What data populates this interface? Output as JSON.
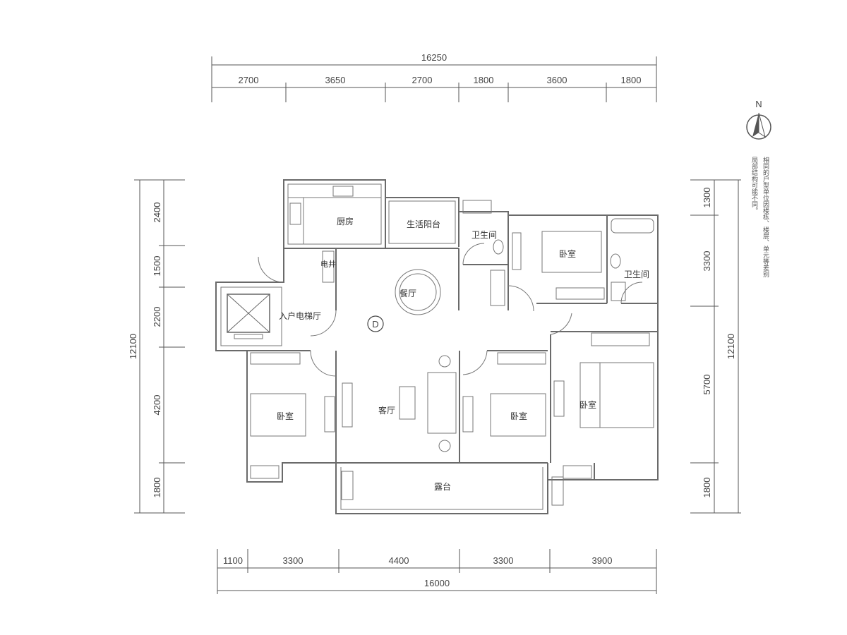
{
  "dimensions": {
    "top_total": "16250",
    "top_segments": [
      "2700",
      "3650",
      "2700",
      "1800",
      "3600",
      "1800"
    ],
    "bottom_total": "16000",
    "bottom_segments": [
      "1100",
      "3300",
      "4400",
      "3300",
      "3900"
    ],
    "left_total": "12100",
    "left_segments": [
      "2400",
      "1500",
      "2200",
      "4200",
      "1800"
    ],
    "right_total": "12100",
    "right_segments": [
      "1300",
      "3300",
      "5700",
      "1800"
    ]
  },
  "rooms": {
    "kitchen": "厨房",
    "service_balcony": "生活阳台",
    "bath_1": "卫生间",
    "bath_2": "卫生间",
    "bedroom_ne": "卧室",
    "dining": "餐厅",
    "elevator_lobby": "入户电梯厅",
    "shaft": "电井",
    "living": "客厅",
    "bedroom_w": "卧室",
    "bedroom_mid": "卧室",
    "bedroom_master": "卧室",
    "terrace": "露台"
  },
  "unit_tag": "D",
  "compass": {
    "label": "N"
  },
  "notes": [
    "相同的户型单位因楼栋、楼层、单元等差别",
    "局部结构可能不同。"
  ],
  "icons": {
    "compass": "north-arrow-icon",
    "elevator": "elevator-icon"
  }
}
